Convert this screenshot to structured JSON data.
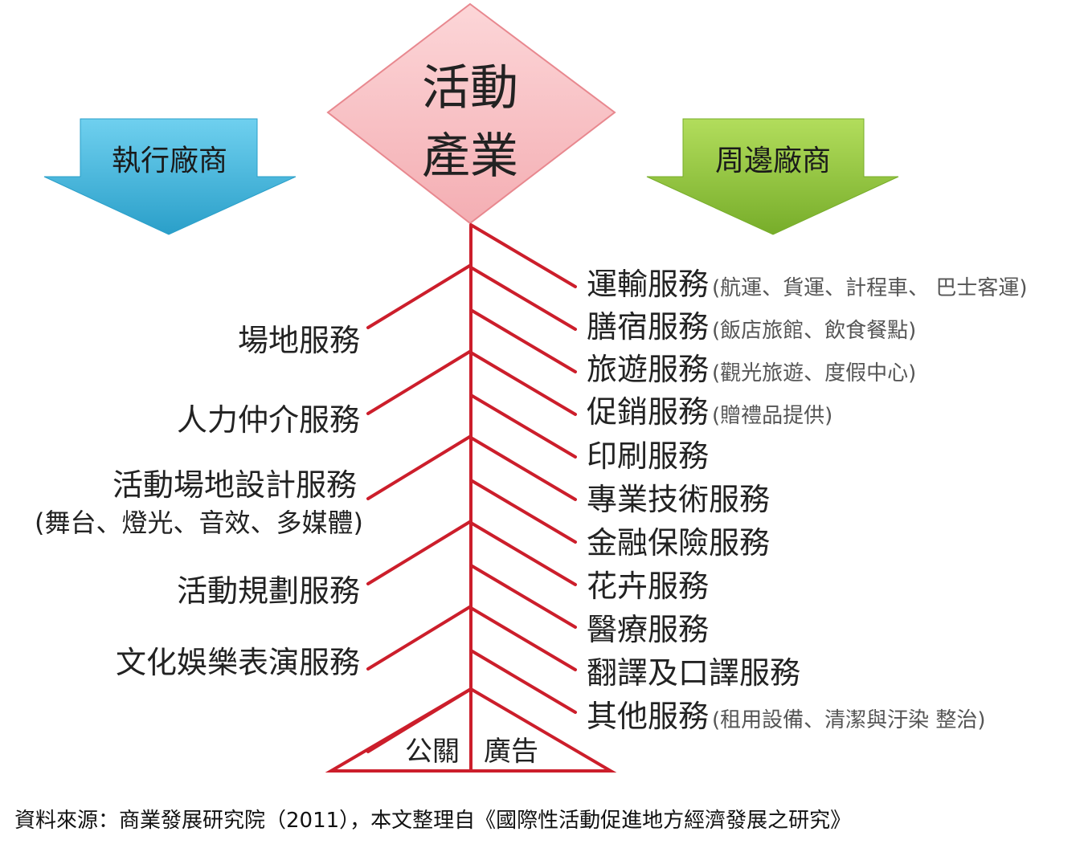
{
  "center": {
    "line1": "活動",
    "line2": "產業",
    "fill": "#f9c5c8",
    "stroke": "#e8888f"
  },
  "left_header": {
    "label": "執行廠商",
    "color": "#3db5dd"
  },
  "right_header": {
    "label": "周邊廠商",
    "color": "#8cc63f"
  },
  "spine_color": "#cc1e2b",
  "left_items": [
    {
      "label": "場地服務",
      "note": ""
    },
    {
      "label": "人力仲介服務",
      "note": ""
    },
    {
      "label": "活動場地設計服務",
      "note": "(舞台、燈光、音效、多媒體)"
    },
    {
      "label": "活動規劃服務",
      "note": ""
    },
    {
      "label": "文化娛樂表演服務",
      "note": ""
    }
  ],
  "right_items": [
    {
      "label": "運輸服務",
      "note": "(航運、貨運、計程車、 巴士客運)"
    },
    {
      "label": "膳宿服務",
      "note": "(飯店旅館、飲食餐點)"
    },
    {
      "label": "旅遊服務",
      "note": "(觀光旅遊、度假中心)"
    },
    {
      "label": "促銷服務",
      "note": "(贈禮品提供)"
    },
    {
      "label": "印刷服務",
      "note": ""
    },
    {
      "label": "專業技術服務",
      "note": ""
    },
    {
      "label": "金融保險服務",
      "note": ""
    },
    {
      "label": "花卉服務",
      "note": ""
    },
    {
      "label": "醫療服務",
      "note": ""
    },
    {
      "label": "翻譯及口譯服務",
      "note": ""
    },
    {
      "label": "其他服務",
      "note": "(租用設備、清潔與汙染 整治)"
    }
  ],
  "base": {
    "left": "公關",
    "right": "廣告"
  },
  "source": "資料來源：商業發展研究院（2011），本文整理自《國際性活動促進地方經濟發展之研究》"
}
